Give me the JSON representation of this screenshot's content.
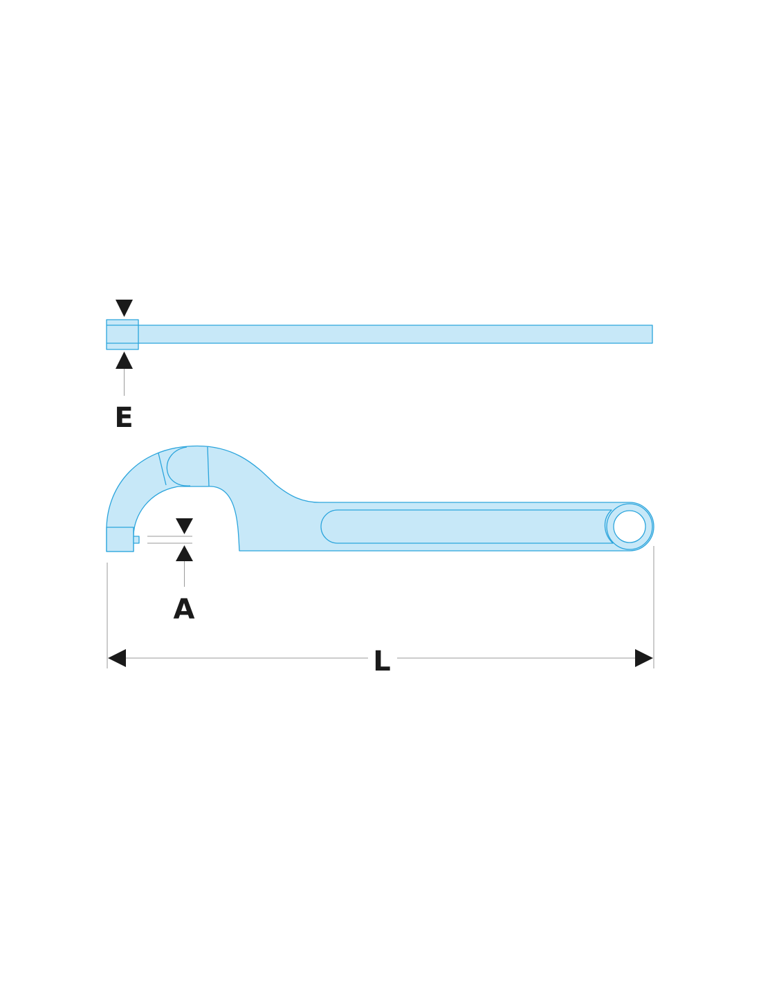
{
  "dimensions": {
    "thickness": {
      "label": "E"
    },
    "pin_diameter": {
      "label": "A"
    },
    "overall_length": {
      "label": "L"
    }
  },
  "colors": {
    "part_fill": "#c7e8f8",
    "part_stroke": "#2aa4dc",
    "dimension_line": "#9a9a9a",
    "arrow_and_text": "#1a1a1a",
    "background": "#ffffff"
  }
}
